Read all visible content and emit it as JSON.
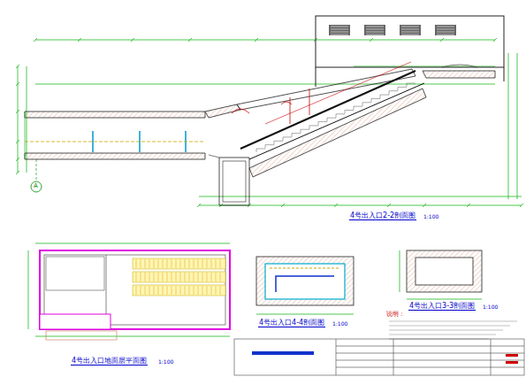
{
  "diagram": {
    "labels": [
      "4号出入口2-2剖面图",
      "1:100",
      "4号出入口地面层平面图",
      "1:100",
      "4号出入口4-4剖面图",
      "1:100",
      "4号出入口3-3剖面图",
      "1:100",
      "说明：",
      "A"
    ]
  }
}
